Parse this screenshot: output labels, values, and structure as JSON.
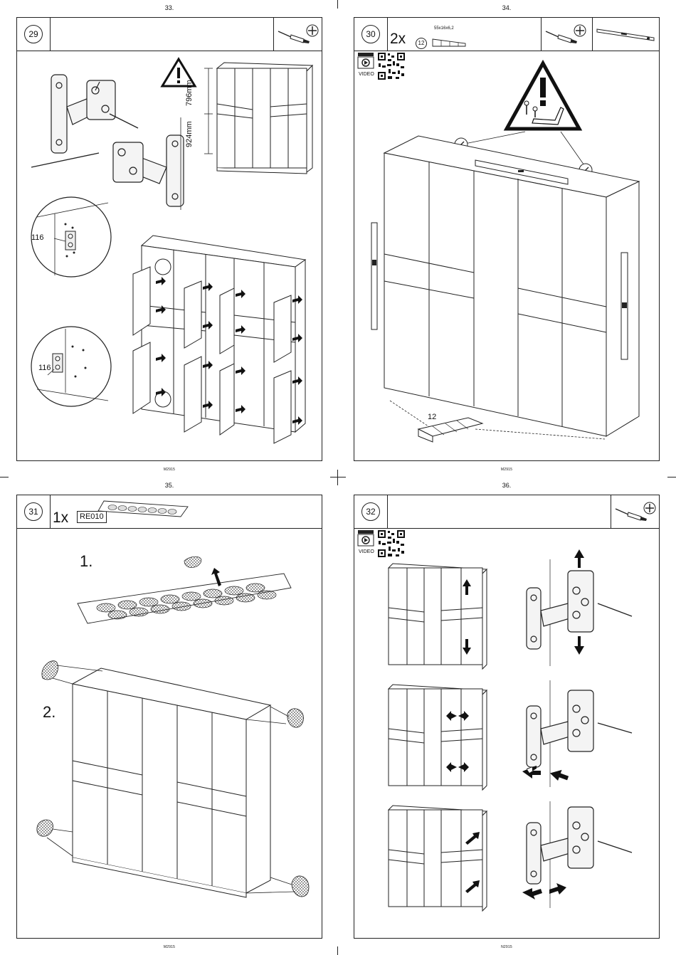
{
  "pages": [
    {
      "number": "33.",
      "footer": "M2915",
      "step": "29",
      "dimensions": {
        "upper": "796mm",
        "lower": "924mm"
      },
      "hinge_label_top": "116",
      "hinge_label_bottom": "116"
    },
    {
      "number": "34.",
      "footer": "M2915",
      "step": "30",
      "quantity": "2x",
      "part_number": "12",
      "screw_size": "55x16x6,2",
      "video_label": "VIDEO",
      "pad_label": "12"
    },
    {
      "number": "35.",
      "footer": "M2915",
      "step": "31",
      "quantity": "1x",
      "part_code": "RE010",
      "sub_step_1": "1.",
      "sub_step_2": "2."
    },
    {
      "number": "36.",
      "footer": "N2915",
      "step": "32",
      "video_label": "VIDEO"
    }
  ],
  "icons": {
    "screwdriver": "screwdriver-icon",
    "phillips": "phillips-bit-icon",
    "level": "spirit-level-icon",
    "warning": "warning-triangle-icon",
    "qr": "qr-code-icon",
    "video": "video-icon"
  }
}
